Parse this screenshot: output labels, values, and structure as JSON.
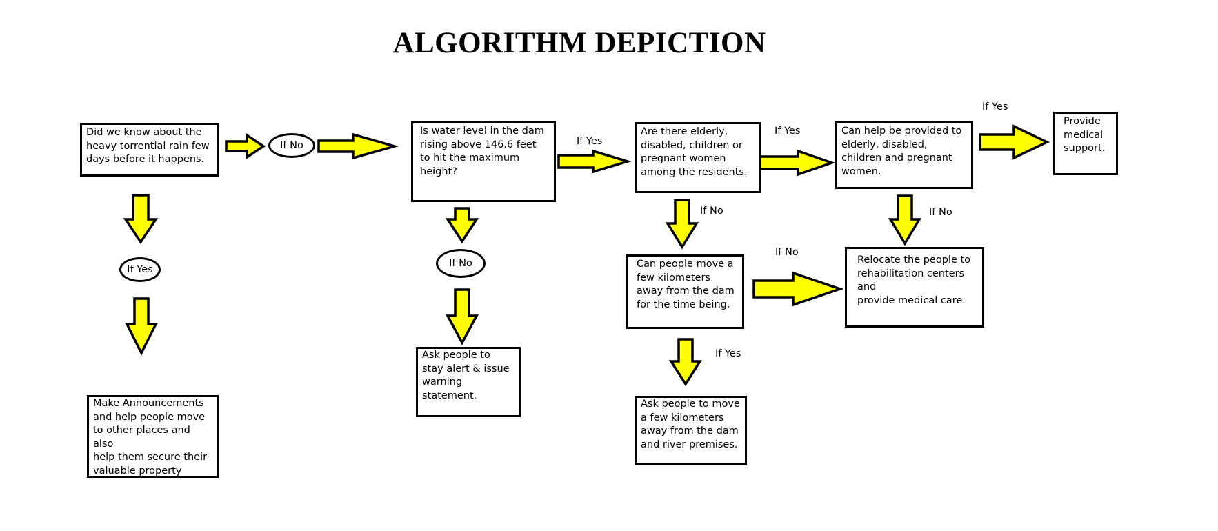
{
  "title": "ALGORITHM DEPICTION",
  "colors": {
    "arrow_fill": "#ffff00",
    "stroke": "#000000",
    "background": "#ffffff"
  },
  "nodes": {
    "q_rain_known": "Did we know about the\nheavy torrential rain few\ndays before it happens.",
    "q_water_level": "Is water level in the dam\nrising above 146.6 feet\nto hit the maximum\nheight?",
    "q_vulnerable": "Are there elderly,\ndisabled, children or\npregnant women\namong the residents.",
    "q_help_provided": "Can help be provided to\nelderly, disabled,\nchildren and pregnant\nwomen.",
    "a_medical_support": "Provide\nmedical\nsupport.",
    "q_move_away": "Can people move a\nfew kilometers\naway from the dam\nfor the time being.",
    "a_relocate": "Relocate the people to\nrehabilitation centers\nand\nprovide medical care.",
    "a_announcements": "Make Announcements\nand help people move\nto other places and also\nhelp them secure their\nvaluable property",
    "a_stay_alert": "Ask people to\nstay alert & issue\nwarning\nstatement.",
    "a_move_km": "Ask people to move\na few kilometers\naway from the dam\nand river premises."
  },
  "ovals": {
    "if_no_rain": "If No",
    "if_yes_rain": "If Yes",
    "if_no_water": "If No"
  },
  "labels": {
    "yes_water": "If Yes",
    "yes_vulnerable": "If Yes",
    "yes_help": "If Yes",
    "no_vulnerable": "If No",
    "no_help": "If No",
    "no_move": "If No",
    "yes_move": "If Yes"
  }
}
